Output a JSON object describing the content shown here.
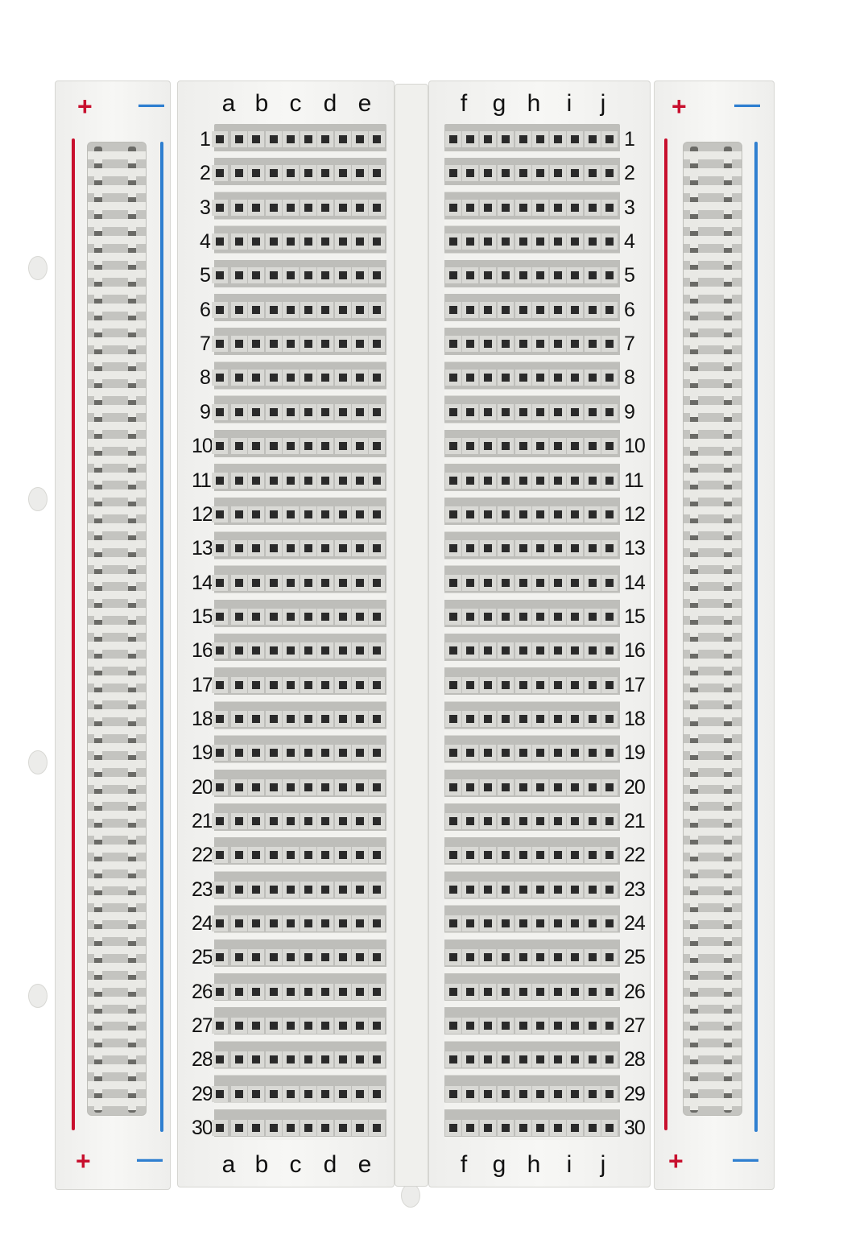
{
  "image": {
    "subject": "breadboard"
  },
  "columns_left": [
    "a",
    "b",
    "c",
    "d",
    "e"
  ],
  "columns_right": [
    "f",
    "g",
    "h",
    "i",
    "j"
  ],
  "rows": [
    1,
    2,
    3,
    4,
    5,
    6,
    7,
    8,
    9,
    10,
    11,
    12,
    13,
    14,
    15,
    16,
    17,
    18,
    19,
    20,
    21,
    22,
    23,
    24,
    25,
    26,
    27,
    28,
    29,
    30
  ],
  "rails": {
    "plus": "+",
    "minus": "—"
  },
  "colors": {
    "red_line": "#c8102e",
    "blue_line": "#2f7fd0",
    "hole": "#2a2a2a",
    "board": "#f2f2ef"
  }
}
